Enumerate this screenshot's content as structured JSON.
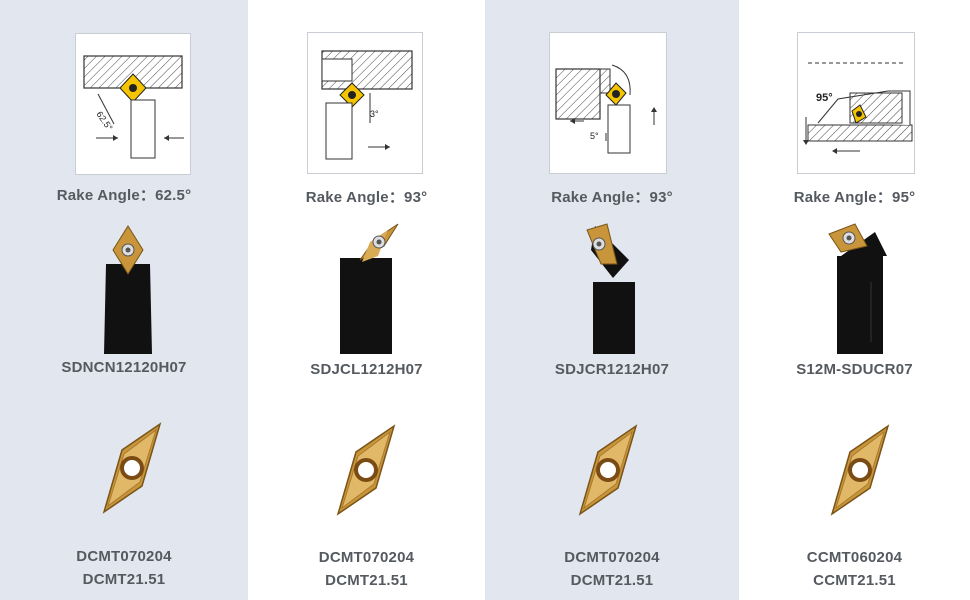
{
  "columns": [
    {
      "rake_label": "Rake Angle：62.5°",
      "diagram_angle": "62.5°",
      "model": "SDNCN12120H07",
      "insert_code": "DCMT070204",
      "insert_alt": "DCMT21.51",
      "shaded": true
    },
    {
      "rake_label": "Rake Angle：93°",
      "diagram_angle": "3°",
      "model": "SDJCL1212H07",
      "insert_code": "DCMT070204",
      "insert_alt": "DCMT21.51",
      "shaded": false
    },
    {
      "rake_label": "Rake Angle：93°",
      "diagram_angle": "5°",
      "model": "SDJCR1212H07",
      "insert_code": "DCMT070204",
      "insert_alt": "DCMT21.51",
      "shaded": true
    },
    {
      "rake_label": "Rake Angle：95°",
      "diagram_angle": "95°",
      "model": "S12M-SDUCR07",
      "insert_code": "CCMT060204",
      "insert_alt": "CCMT21.51",
      "shaded": false
    }
  ],
  "colors": {
    "shade": "#e2e6ee",
    "text": "#555a60",
    "insert_gold": "#c8953a",
    "tool_black": "#111111"
  }
}
